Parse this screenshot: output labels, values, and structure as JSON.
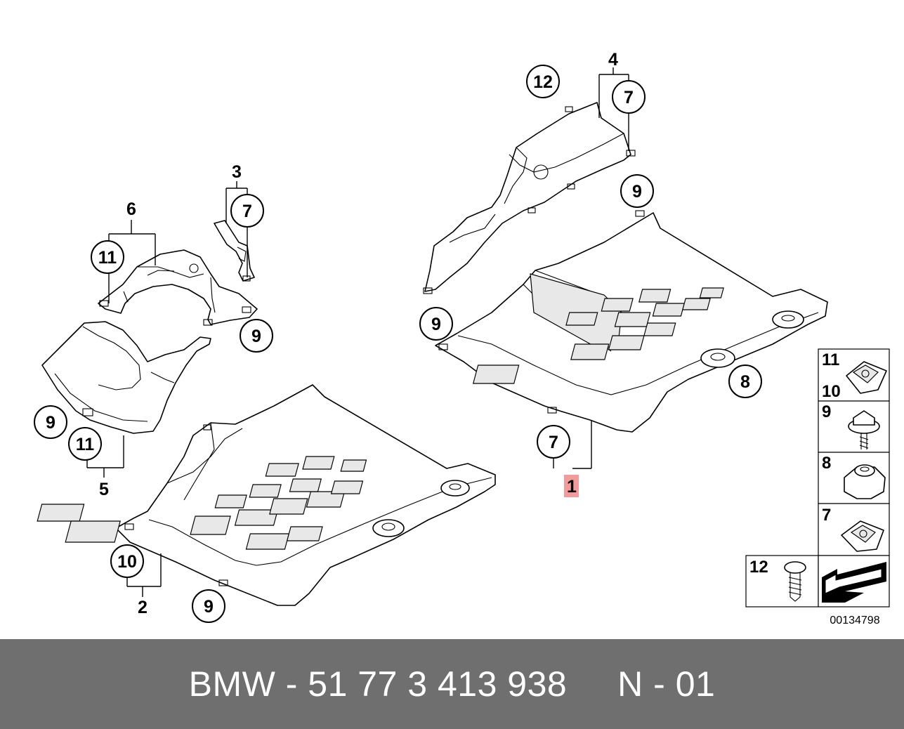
{
  "diagram": {
    "callouts": {
      "c1": "1",
      "c2": "2",
      "c3": "3",
      "c4": "4",
      "c5": "5",
      "c6": "6",
      "c7a": "7",
      "c7b": "7",
      "c7c": "7",
      "c8": "8",
      "c9a": "9",
      "c9b": "9",
      "c9c": "9",
      "c9d": "9",
      "c9e": "9",
      "c10": "10",
      "c11a": "11",
      "c11b": "11",
      "c12": "12"
    },
    "legend": {
      "row1_top": "11",
      "row1_bottom": "10",
      "row2": "9",
      "row3": "8",
      "row4": "7",
      "row5": "12"
    },
    "drawing_number": "00134798",
    "highlight_color": "#f39a9a"
  },
  "footer": {
    "label": "BMW - 51 77 3 413 938     N - 01",
    "background": "#6f6f6f"
  }
}
